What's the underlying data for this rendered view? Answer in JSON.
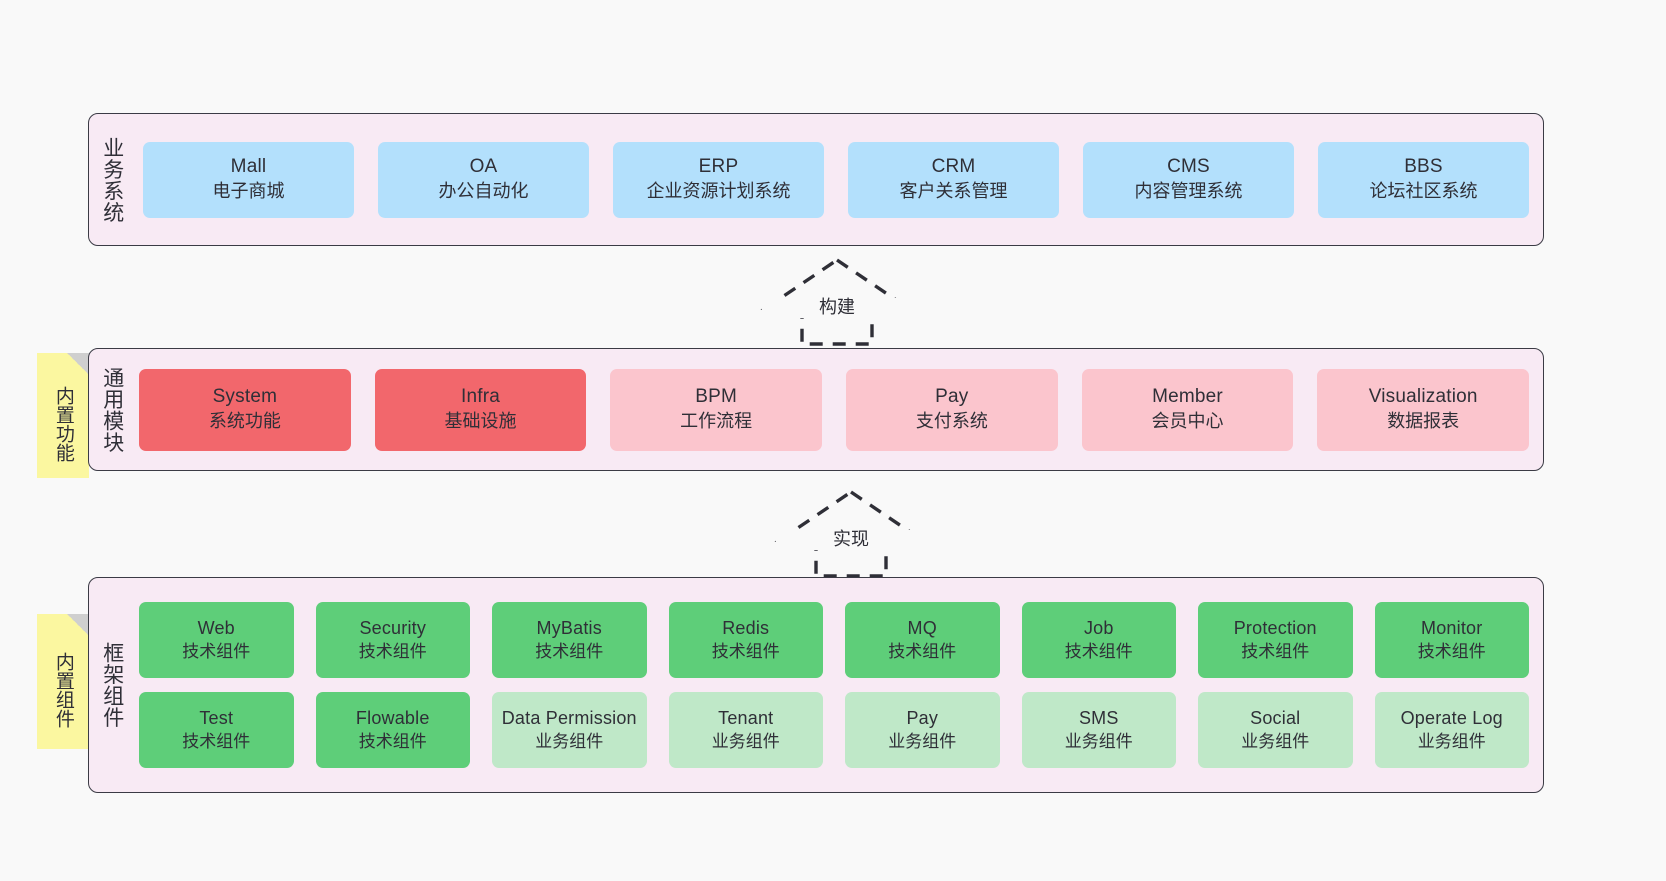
{
  "diagram": {
    "background": "#f9f9f9",
    "layer_fill": "#f8eaf4",
    "layer_border": "#3b3b45",
    "note_fill": "#fbf7a0"
  },
  "layers": [
    {
      "id": "business",
      "title": "业务系统",
      "color": "#b3e0fc",
      "cards": [
        {
          "en": "Mall",
          "cn": "电子商城",
          "tone": "blue"
        },
        {
          "en": "OA",
          "cn": "办公自动化",
          "tone": "blue"
        },
        {
          "en": "ERP",
          "cn": "企业资源计划系统",
          "tone": "blue"
        },
        {
          "en": "CRM",
          "cn": "客户关系管理",
          "tone": "blue"
        },
        {
          "en": "CMS",
          "cn": "内容管理系统",
          "tone": "blue"
        },
        {
          "en": "BBS",
          "cn": "论坛社区系统",
          "tone": "blue"
        }
      ]
    },
    {
      "id": "modules",
      "title": "通用模块",
      "note": "内置功能",
      "cards": [
        {
          "en": "System",
          "cn": "系统功能",
          "tone": "red"
        },
        {
          "en": "Infra",
          "cn": "基础设施",
          "tone": "red"
        },
        {
          "en": "BPM",
          "cn": "工作流程",
          "tone": "pink"
        },
        {
          "en": "Pay",
          "cn": "支付系统",
          "tone": "pink"
        },
        {
          "en": "Member",
          "cn": "会员中心",
          "tone": "pink"
        },
        {
          "en": "Visualization",
          "cn": "数据报表",
          "tone": "pink"
        }
      ]
    },
    {
      "id": "framework",
      "title": "框架组件",
      "note": "内置组件",
      "rows": [
        [
          {
            "en": "Web",
            "cn": "技术组件",
            "tone": "green"
          },
          {
            "en": "Security",
            "cn": "技术组件",
            "tone": "green"
          },
          {
            "en": "MyBatis",
            "cn": "技术组件",
            "tone": "green"
          },
          {
            "en": "Redis",
            "cn": "技术组件",
            "tone": "green"
          },
          {
            "en": "MQ",
            "cn": "技术组件",
            "tone": "green"
          },
          {
            "en": "Job",
            "cn": "技术组件",
            "tone": "green"
          },
          {
            "en": "Protection",
            "cn": "技术组件",
            "tone": "green"
          },
          {
            "en": "Monitor",
            "cn": "技术组件",
            "tone": "green"
          }
        ],
        [
          {
            "en": "Test",
            "cn": "技术组件",
            "tone": "green"
          },
          {
            "en": "Flowable",
            "cn": "技术组件",
            "tone": "green"
          },
          {
            "en": "Data Permission",
            "cn": "业务组件",
            "tone": "mint"
          },
          {
            "en": "Tenant",
            "cn": "业务组件",
            "tone": "mint"
          },
          {
            "en": "Pay",
            "cn": "业务组件",
            "tone": "mint"
          },
          {
            "en": "SMS",
            "cn": "业务组件",
            "tone": "mint"
          },
          {
            "en": "Social",
            "cn": "业务组件",
            "tone": "mint"
          },
          {
            "en": "Operate Log",
            "cn": "业务组件",
            "tone": "mint"
          }
        ]
      ]
    }
  ],
  "arrows": [
    {
      "id": "build",
      "label": "构建",
      "style": "dashed-hollow-up"
    },
    {
      "id": "impl",
      "label": "实现",
      "style": "dashed-hollow-up"
    }
  ]
}
